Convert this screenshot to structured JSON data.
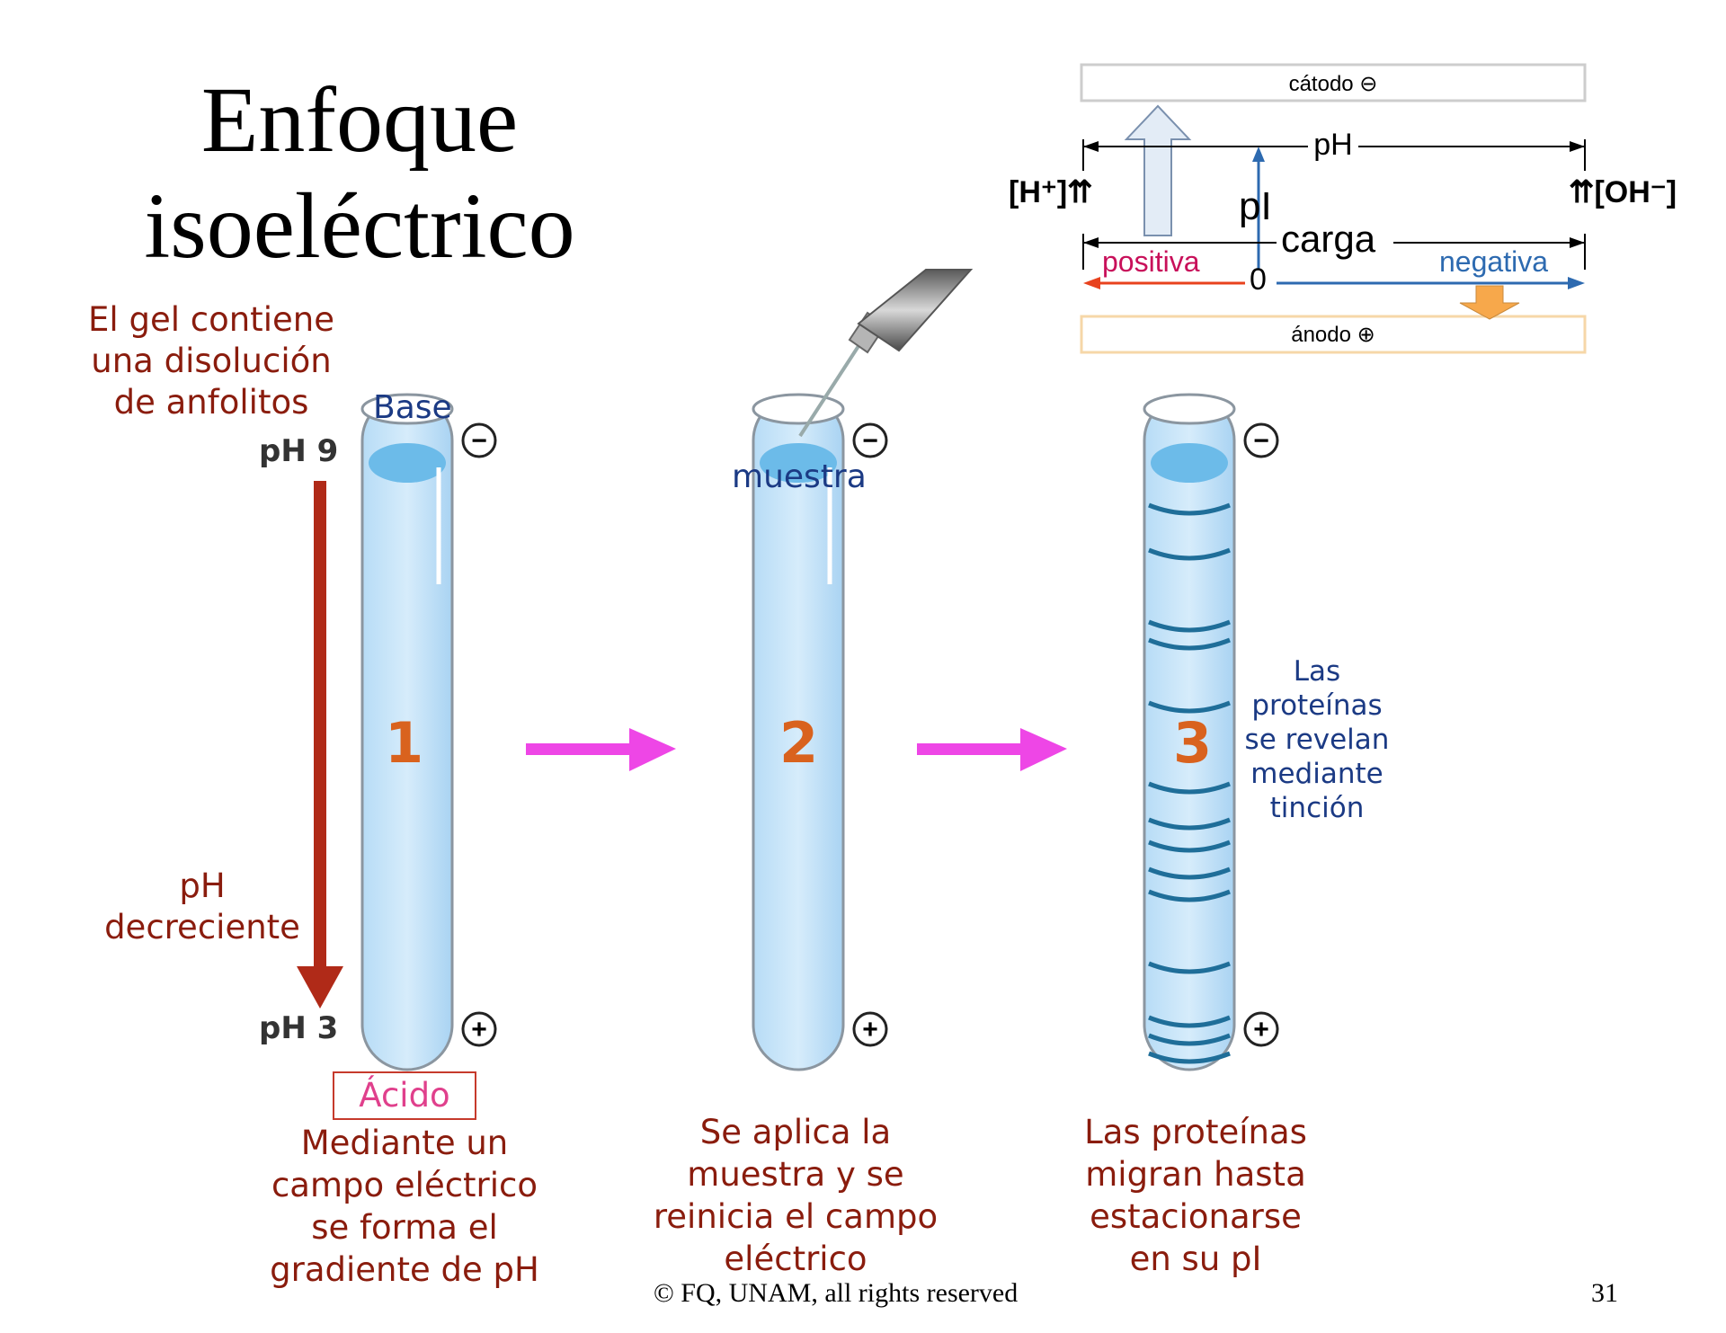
{
  "title": {
    "line1": "Enfoque",
    "line2": "isoeléctrico"
  },
  "left_note": {
    "line1": "El gel contiene",
    "line2": "una disolución",
    "line3": "de anfolitos"
  },
  "ph_top": "pH 9",
  "ph_bottom": "pH 3",
  "ph_decreasing": {
    "line1": "pH",
    "line2": "decreciente"
  },
  "tube1": {
    "top_label": "Base",
    "number": "1",
    "bottom_label": "Ácido",
    "caption": [
      "Mediante un",
      "campo eléctrico",
      "se forma el",
      "gradiente de pH"
    ]
  },
  "tube2": {
    "sample_label": "muestra",
    "number": "2",
    "caption": [
      "Se aplica la",
      "muestra y se",
      "reinicia el campo",
      "eléctrico"
    ]
  },
  "tube3": {
    "number": "3",
    "caption": [
      "Las proteínas",
      "migran hasta",
      "estacionarse",
      "en su pI"
    ],
    "side_note": [
      "Las",
      "proteínas",
      "se revelan",
      "mediante",
      "tinción"
    ]
  },
  "electrode_signs": {
    "minus": "−",
    "plus": "+"
  },
  "inset": {
    "cathode": "cátodo ⊖",
    "anode": "ánodo ⊕",
    "ph_axis": "pH",
    "h_ion": "[H⁺]⇈",
    "oh_ion": "⇈[OH⁻]",
    "pi": "pI",
    "charge_axis": "carga",
    "positive": "positiva",
    "negative": "negativa",
    "zero": "0"
  },
  "footer": "© FQ, UNAM, all rights reserved",
  "page_number": "31",
  "colors": {
    "caption_red": "#8a1c0d",
    "navy": "#1b3a84",
    "number_orange": "#d9621e",
    "arrow_magenta": "#ee46e6",
    "positive_red": "#c8105a",
    "negative_blue": "#2d6ab0"
  }
}
